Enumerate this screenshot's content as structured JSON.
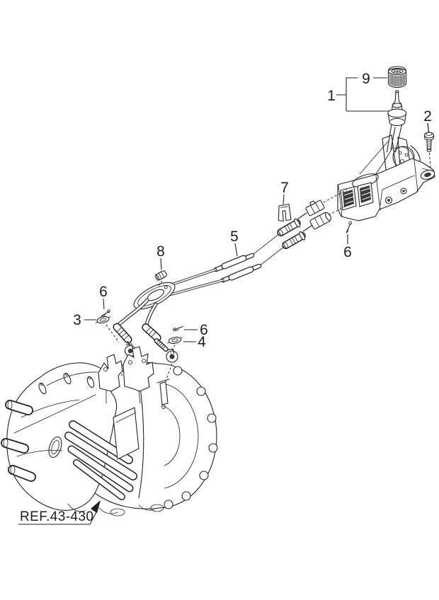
{
  "diagram": {
    "kind": "exploded-parts-line-diagram",
    "colors": {
      "background": "#ffffff",
      "line": "#232323",
      "dark_fill": "#3a3a3a"
    },
    "callouts": [
      {
        "label": "1"
      },
      {
        "label": "2"
      },
      {
        "label": "3"
      },
      {
        "label": "4"
      },
      {
        "label": "5"
      },
      {
        "label": "6"
      },
      {
        "label": "6"
      },
      {
        "label": "6"
      },
      {
        "label": "7"
      },
      {
        "label": "8"
      },
      {
        "label": "9"
      }
    ],
    "reference": {
      "label": "REF.43-430"
    }
  }
}
